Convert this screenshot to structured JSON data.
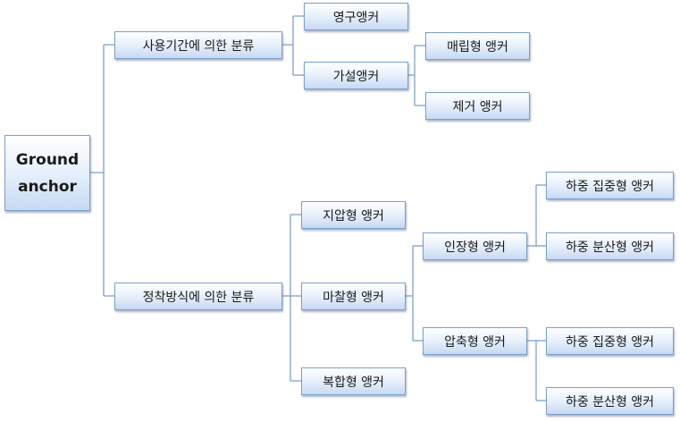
{
  "diagram": {
    "line_color": "#7ea1c9",
    "node_border_color": "#7c9fc9",
    "root": {
      "label": "Ground anchor"
    },
    "by_period": {
      "label": "사용기간에 의한 분류",
      "permanent": {
        "label": "영구앵커"
      },
      "temporary": {
        "label": "가설앵커",
        "buried": {
          "label": "매립형 앵커"
        },
        "removable": {
          "label": "제거 앵커"
        }
      }
    },
    "by_fixing": {
      "label": "정착방식에 의한 분류",
      "bearing": {
        "label": "지압형 앵커"
      },
      "friction": {
        "label": "마찰형 앵커",
        "tension": {
          "label": "인장형 앵커",
          "concentrated": {
            "label": "하중 집중형 앵커"
          },
          "distributed": {
            "label": "하중 분산형 앵커"
          }
        },
        "compression": {
          "label": "압축형 앵커",
          "concentrated": {
            "label": "하중 집중형 앵커"
          },
          "distributed": {
            "label": "하중 분산형 앵커"
          }
        }
      },
      "composite": {
        "label": "복합형 앵커"
      }
    }
  }
}
